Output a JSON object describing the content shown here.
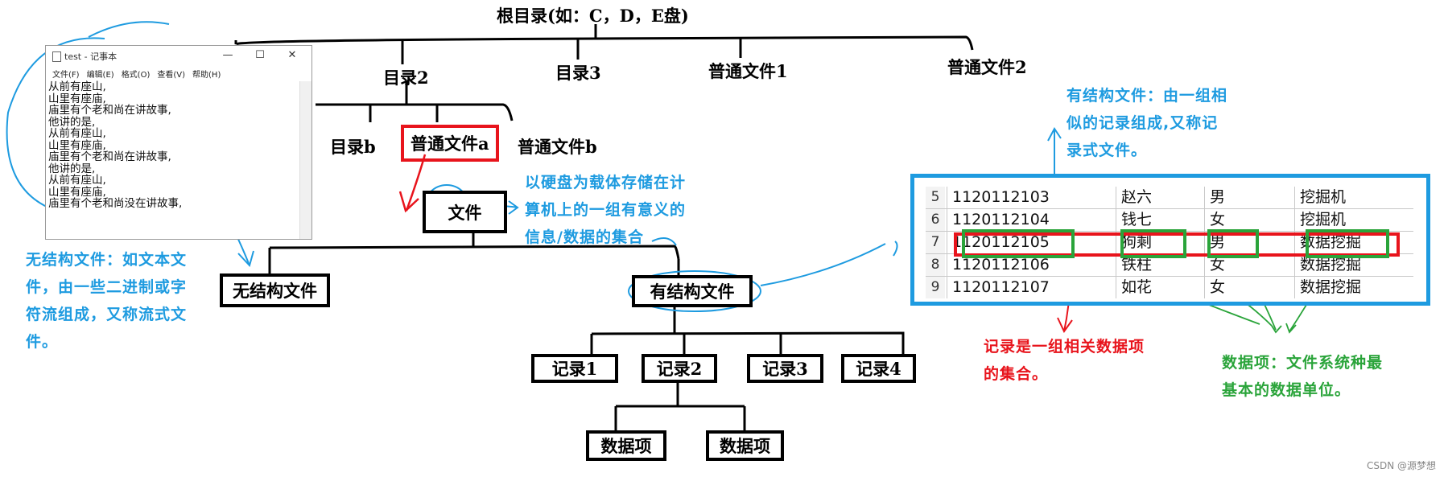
{
  "root": "根目录(如：C，D，E盘)",
  "level1": [
    "目录2",
    "目录3",
    "普通文件1",
    "普通文件2"
  ],
  "level2": [
    "目录b",
    "普通文件a",
    "普通文件b"
  ],
  "file_node": "文件",
  "file_note": [
    "以硬盘为载体存储在计",
    "算机上的一组有意义的",
    "信息/数据的集合"
  ],
  "unstructured": "无结构文件",
  "unstructured_note": [
    "无结构文件：如文本文",
    "件，由一些二进制或字",
    "符流组成，又称流式文",
    "件。"
  ],
  "structured": "有结构文件",
  "structured_note": [
    "有结构文件：由一组相",
    "似的记录组成,又称记",
    "录式文件。"
  ],
  "records": [
    "记录1",
    "记录2",
    "记录3",
    "记录4"
  ],
  "data_items": [
    "数据项",
    "数据项"
  ],
  "record_note": [
    "记录是一组相关数据项",
    "的集合。"
  ],
  "dataitem_note": [
    "数据项：文件系统种最",
    "基本的数据单位。"
  ],
  "notepad": {
    "title": "test - 记事本",
    "menu": [
      "文件(F)",
      "编辑(E)",
      "格式(O)",
      "查看(V)",
      "帮助(H)"
    ],
    "lines": [
      "从前有座山,",
      "山里有座庙,",
      "庙里有个老和尚在讲故事,",
      "他讲的是,",
      "从前有座山,",
      "山里有座庙,",
      "庙里有个老和尚在讲故事,",
      "他讲的是,",
      "从前有座山,",
      "山里有座庙,",
      "庙里有个老和尚没在讲故事,"
    ]
  },
  "table": {
    "rows": [
      {
        "n": "5",
        "id": "1120112103",
        "name": "赵六",
        "sex": "男",
        "job": "挖掘机"
      },
      {
        "n": "6",
        "id": "1120112104",
        "name": "钱七",
        "sex": "女",
        "job": "挖掘机"
      },
      {
        "n": "7",
        "id": "1120112105",
        "name": "狗剩",
        "sex": "男",
        "job": "数据挖掘"
      },
      {
        "n": "8",
        "id": "1120112106",
        "name": "铁柱",
        "sex": "女",
        "job": "数据挖掘"
      },
      {
        "n": "9",
        "id": "1120112107",
        "name": "如花",
        "sex": "女",
        "job": "数据挖掘"
      }
    ]
  },
  "watermark": "CSDN @源梦想",
  "colors": {
    "blue": "#1e9be0",
    "red": "#e8141c",
    "green": "#2aa43a"
  }
}
